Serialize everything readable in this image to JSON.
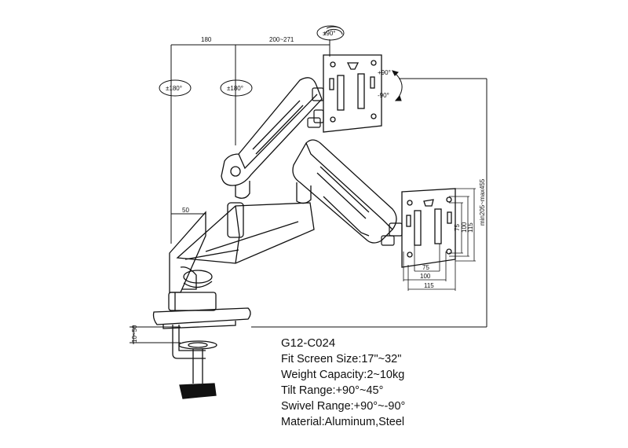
{
  "drawing": {
    "top_dim_left": "180",
    "top_dim_right": "200~271",
    "top_rotation": "±90°",
    "rotation_left": "±180°",
    "rotation_mid": "±180°",
    "tilt_up": "+90°",
    "tilt_down": "-90°",
    "height_range": "min205~max455",
    "pole_offset": "50",
    "clamp_range": "10~50",
    "vesa_h_75": "75",
    "vesa_h_100": "100",
    "vesa_h_115": "115",
    "vesa_v_75": "75",
    "vesa_v_100": "100",
    "vesa_v_115": "115"
  },
  "specs": {
    "model": "G12-C024",
    "lines": [
      "Fit Screen Size:17\"~32\"",
      "Weight Capacity:2~10kg",
      "Tilt Range:+90°~45°",
      "Swivel Range:+90°~-90°",
      "Material:Aluminum,Steel"
    ]
  },
  "colors": {
    "line": "#111111",
    "background": "#ffffff"
  }
}
